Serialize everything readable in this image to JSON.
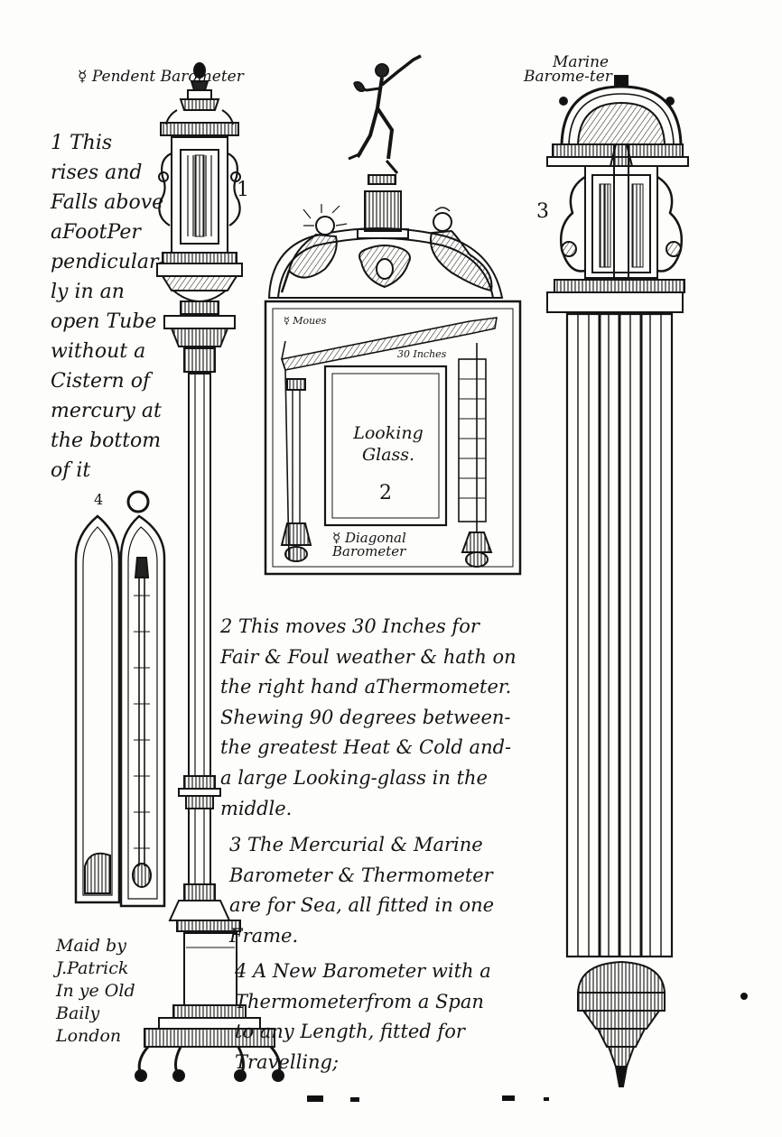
{
  "labels": {
    "pendent_title": "☿ Pendent Barometer",
    "marine_title_1": "Marine",
    "marine_title_2": "Barome-ter",
    "fig1_num": "1",
    "fig2_num": "2",
    "fig3_num": "3",
    "fig4_num": "4",
    "looking_glass": "Looking\nGlass.",
    "moves_label": "☿ Moues",
    "inches_label": "30 Inches",
    "diagonal_label": "☿ Diagonal\nBarometer"
  },
  "descriptions": {
    "desc1": "1 This\nrises and\nFalls above\naFootPer\npendicular-\nly in an\nopen Tube\nwithout a\nCistern of\nmercury at\nthe bottom\nof it",
    "desc2": "2 This moves 30 Inches for\nFair & Foul weather & hath on\nthe right hand aThermometer.\nShewing 90 degrees between-\nthe greatest Heat & Cold and-\na large Looking-glass in the\nmiddle.",
    "desc3": "3 The Mercurial & Marine\nBarometer & Thermometer\nare for Sea, all fitted in one\nFrame.",
    "desc4": "4 A New Barometer with a\nThermometerfrom a Span\nto any Length, fitted for\nTravelling;"
  },
  "maker": "Maid by\nJ.Patrick\nIn ye Old\nBaily\nLondon"
}
